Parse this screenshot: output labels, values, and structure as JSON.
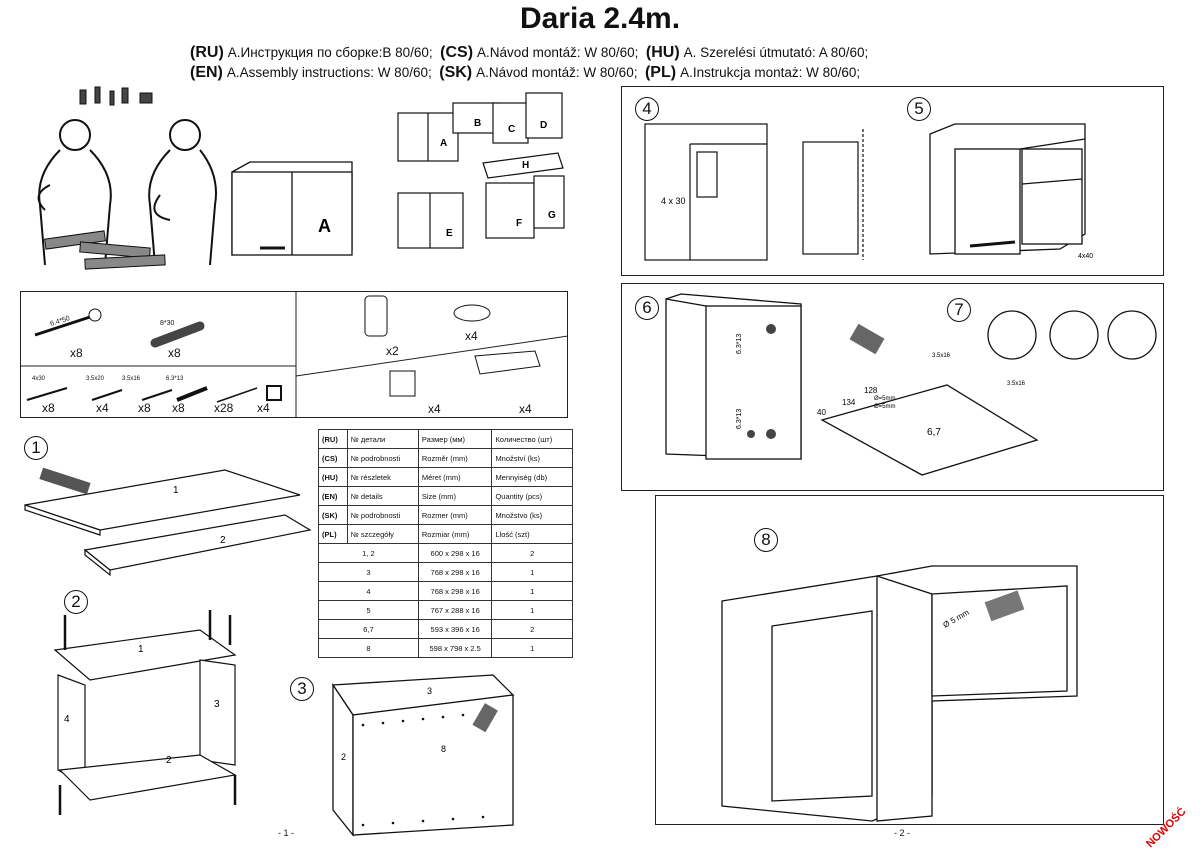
{
  "title": "Daria 2.4m.",
  "langs_row1": [
    {
      "code": "(RU)",
      "text": "A.Инструкция по сборке:B 80/60;"
    },
    {
      "code": "(CS)",
      "text": "A.Návod montáž: W 80/60;"
    },
    {
      "code": "(HU)",
      "text": "A. Szerelési útmutató: A 80/60;"
    }
  ],
  "langs_row2": [
    {
      "code": "(EN)",
      "text": "A.Assembly instructions: W 80/60;"
    },
    {
      "code": "(SK)",
      "text": "A.Návod montáž: W 80/60;"
    },
    {
      "code": "(PL)",
      "text": "A.Instrukcja montaż: W 80/60;"
    }
  ],
  "overview_labels": {
    "main": "A",
    "a": "A",
    "b": "B",
    "c": "C",
    "d": "D",
    "h": "H",
    "e": "E",
    "f": "F",
    "g": "G"
  },
  "hardware": {
    "top_left": [
      {
        "spec": "6.4*50",
        "qty": "x8"
      },
      {
        "spec": "8*30",
        "qty": "x8"
      }
    ],
    "bottom_left": [
      {
        "spec": "4x30",
        "qty": "x8"
      },
      {
        "spec": "3.5x20",
        "qty": "x4"
      },
      {
        "spec": "3.5x16",
        "qty": "x8"
      },
      {
        "spec": "6.3*13",
        "qty": "x8"
      },
      {
        "spec": "",
        "qty": "x28"
      },
      {
        "spec": "",
        "qty": "x4"
      }
    ],
    "right": [
      {
        "qty": "x2"
      },
      {
        "qty": "x4"
      },
      {
        "qty": "x4"
      },
      {
        "qty": "x4"
      }
    ]
  },
  "parts_table": {
    "headers": [
      [
        "(RU)",
        "№ детали",
        "Размер (мм)",
        "Количество (шт)"
      ],
      [
        "(CS)",
        "№ podrobnosti",
        "Rozměr (mm)",
        "Množství (ks)"
      ],
      [
        "(HU)",
        "№ részletek",
        "Méret (mm)",
        "Mennyiség (db)"
      ],
      [
        "(EN)",
        "№ details",
        "Size (mm)",
        "Quantity (pcs)"
      ],
      [
        "(SK)",
        "№ podrobnosti",
        "Rozmer (mm)",
        "Množstvo (ks)"
      ],
      [
        "(PL)",
        "№ szczegóły",
        "Rozmiar (mm)",
        "Llość (szt)"
      ]
    ],
    "rows": [
      [
        "1, 2",
        "600 x 298 x 16",
        "2"
      ],
      [
        "3",
        "768 x 298 x 16",
        "1"
      ],
      [
        "4",
        "768 x 298 x 16",
        "1"
      ],
      [
        "5",
        "767 x 288 x 16",
        "1"
      ],
      [
        "6,7",
        "593 x 396 x 16",
        "2"
      ],
      [
        "8",
        "598 x 798 x 2.5",
        "1"
      ]
    ]
  },
  "steps": {
    "s1": "1",
    "s2": "2",
    "s3": "3",
    "s4": "4",
    "s5": "5",
    "s6": "6",
    "s7": "7",
    "s8": "8"
  },
  "step_labels": {
    "s1_p1": "1",
    "s1_p2": "2",
    "s2_p1": "1",
    "s2_p2": "2",
    "s2_p3": "3",
    "s2_p4": "4",
    "s3_p3": "3",
    "s3_p2": "2",
    "s3_p8": "8",
    "s4_screw": "4 x 30",
    "s5_screw": "4x40",
    "s6_top": "6.3*13",
    "s6_bot": "6.3*13",
    "s7_dim1": "134",
    "s7_dim2": "128",
    "s7_dim3": "40",
    "s7_d1": "Ø=5mm",
    "s7_d2": "Ø=5mm",
    "s7_panel": "6,7",
    "s7_s1": "3.5x16",
    "s7_s2": "3.5x16",
    "s8_drill": "Ø 5 mm"
  },
  "page1": "- 1 -",
  "page2": "- 2 -",
  "badge": "NOWOŚĆ"
}
